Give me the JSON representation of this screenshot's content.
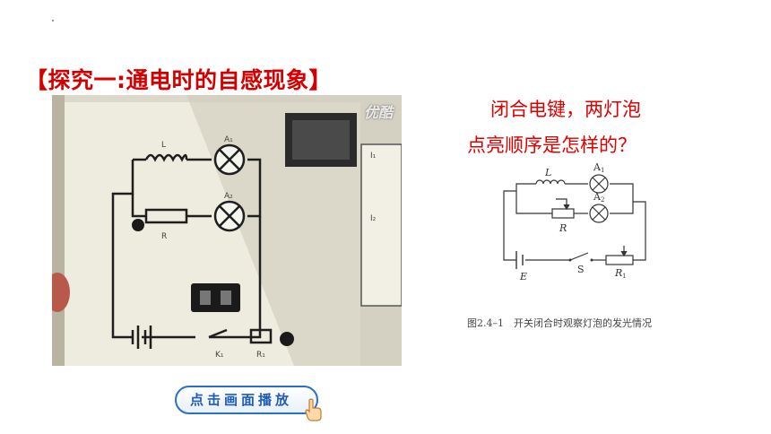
{
  "slide": {
    "heading": "【探究一:通电时的自感现象】",
    "question_line1": "闭合电键，两灯泡",
    "question_line2": "点亮顺序是怎样的？"
  },
  "video": {
    "watermark": "优酷",
    "board_labels": {
      "inductor": "L",
      "lamp1": "A₁",
      "lamp2": "A₂",
      "resistor": "R",
      "switch": "K₁",
      "rheostat": "R₁",
      "right_top": "I₁",
      "right_mid": "I₂"
    }
  },
  "schematic": {
    "labels": {
      "inductor": "L",
      "lamp1": "A",
      "lamp1_sub": "1",
      "lamp2": "A",
      "lamp2_sub": "2",
      "resistor": "R",
      "battery": "E",
      "switch": "S",
      "rheostat": "R",
      "rheostat_sub": "1"
    },
    "caption": "图2.4–1　开关闭合时观察灯泡的发光情况"
  },
  "play_button": {
    "label": "点击画面播放"
  },
  "colors": {
    "heading": "#d40000",
    "question": "#e00000",
    "button_border": "#2a6fc9"
  }
}
